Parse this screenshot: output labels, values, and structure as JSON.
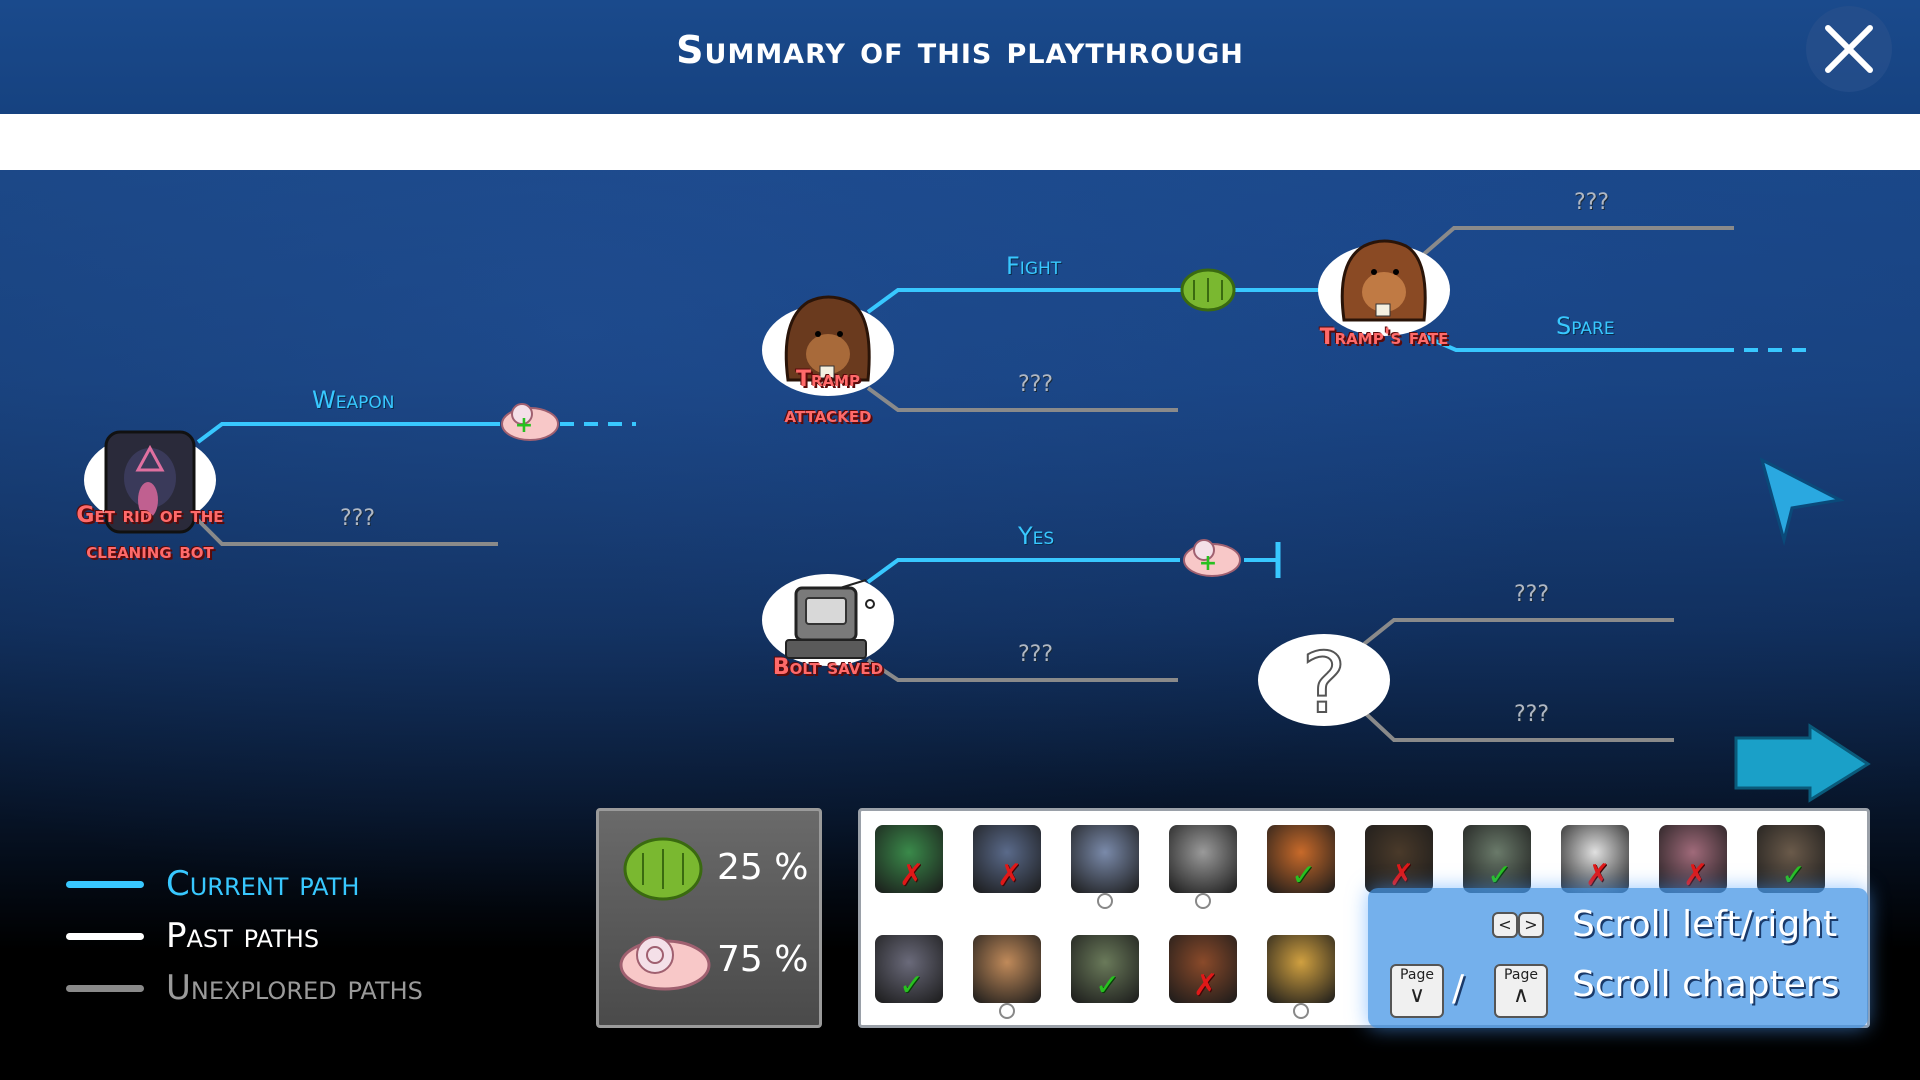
{
  "header": {
    "title": "Summary of this playthrough"
  },
  "tree": {
    "nodes": {
      "cleaning_bot": {
        "line1": "Get rid of the",
        "line2": "cleaning bot"
      },
      "tramp_attacked": {
        "line1": "Tramp",
        "line2": "attacked"
      },
      "bolt_saved": {
        "label": "Bolt saved"
      },
      "tramps_fate": {
        "label": "Tramp's fate"
      }
    },
    "choices": {
      "weapon": "Weapon",
      "fight": "Fight",
      "spare": "Spare",
      "yes": "Yes"
    },
    "unknown": "???"
  },
  "legend": {
    "current": {
      "label": "Current path",
      "color": "#38c8ff"
    },
    "past": {
      "label": "Past paths",
      "color": "#ffffff"
    },
    "unexplored": {
      "label": "Unexplored paths",
      "color": "#8a8a8a"
    }
  },
  "stats": {
    "fist": {
      "value": "25 %",
      "icon": "fist-icon"
    },
    "hand": {
      "value": "75 %",
      "icon": "open-hand-icon"
    }
  },
  "characters": {
    "row1": [
      {
        "icon": "crocodile-portrait-icon",
        "status": "no"
      },
      {
        "icon": "hooded-woman-portrait-icon",
        "status": "no"
      },
      {
        "icon": "bird-portrait-icon",
        "status": "unknown"
      },
      {
        "icon": "goat-portrait-icon",
        "status": "unknown"
      },
      {
        "icon": "fox-portrait-icon",
        "status": "ok"
      },
      {
        "icon": "bear-officer-portrait-icon",
        "status": "no"
      },
      {
        "icon": "rat-officer-portrait-icon",
        "status": "ok"
      },
      {
        "icon": "duck-portrait-icon",
        "status": "no"
      },
      {
        "icon": "hooded-mouse-portrait-icon",
        "status": "no"
      },
      {
        "icon": "otter-portrait-icon",
        "status": "ok"
      }
    ],
    "row2": [
      {
        "icon": "cat-portrait-icon",
        "status": "ok"
      },
      {
        "icon": "dog-portrait-icon",
        "status": "unknown"
      },
      {
        "icon": "bolt-robot-portrait-icon",
        "status": "ok"
      },
      {
        "icon": "beaver-portrait-icon",
        "status": "no"
      },
      {
        "icon": "fox-officer-portrait-icon",
        "status": "unknown"
      }
    ],
    "ok_mark": "✓",
    "no_mark": "✗"
  },
  "hints": {
    "scroll_lr": "Scroll left/right",
    "scroll_chapters": "Scroll chapters",
    "page_key": "Page",
    "separator": "/"
  }
}
